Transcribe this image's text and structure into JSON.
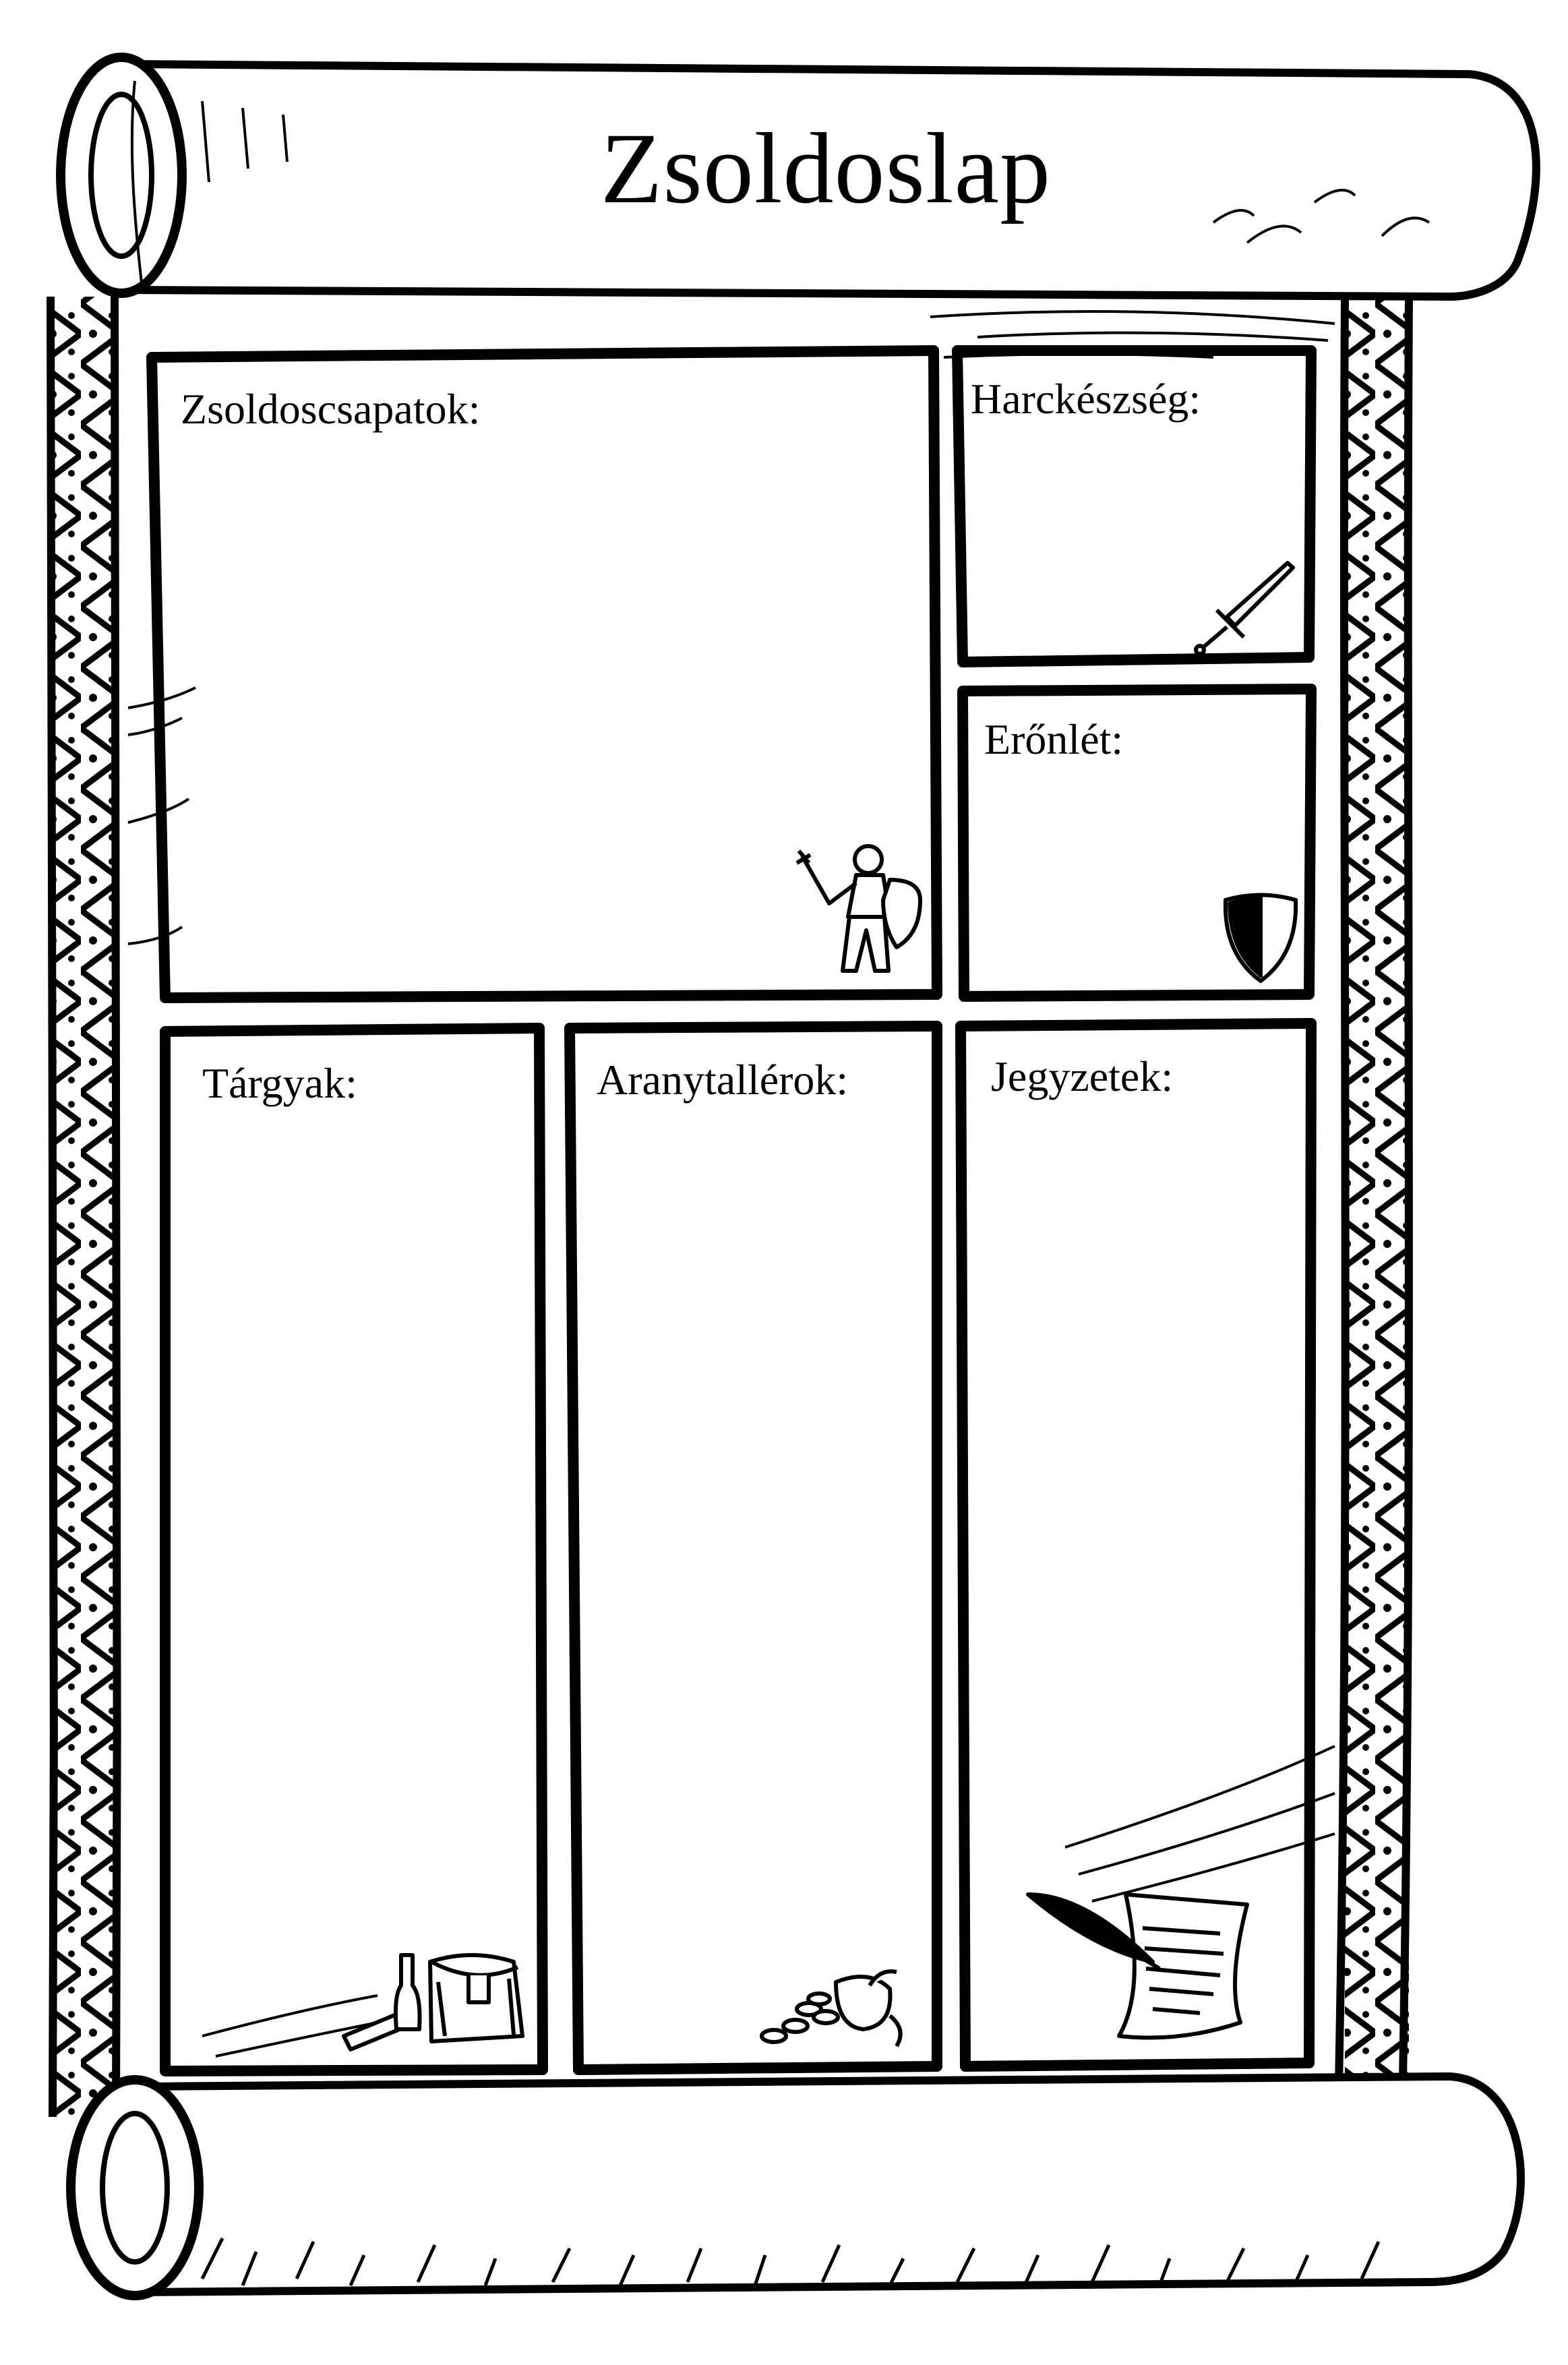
{
  "sheet": {
    "title": "Zsoldoslap",
    "sections": {
      "mercenaries": {
        "label": "Zsoldoscsapatok:",
        "illustration": "knight-with-sword-and-shield-icon"
      },
      "combat_skill": {
        "label": "Harckészség:",
        "illustration": "sword-icon"
      },
      "stamina": {
        "label": "Erőnlét:",
        "illustration": "shield-icon"
      },
      "items": {
        "label": "Tárgyak:",
        "illustration": "satchel-and-bottle-icon"
      },
      "gold": {
        "label": "Aranytallérok:",
        "illustration": "coin-pouch-icon"
      },
      "notes": {
        "label": "Jegyzetek:",
        "illustration": "quill-and-paper-icon"
      }
    },
    "colors": {
      "ink": "#000000",
      "paper": "#ffffff"
    }
  }
}
